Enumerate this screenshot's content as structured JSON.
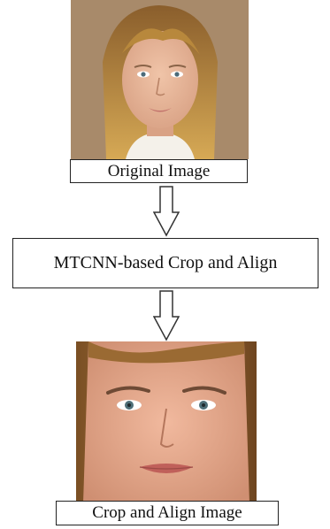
{
  "figure": {
    "original_label": "Original Image",
    "step_label": "MTCNN-based Crop and Align",
    "result_label": "Crop and Align Image"
  },
  "images": {
    "original": "photo of a woman's face with long blonde hair, uncropped",
    "aligned": "cropped and aligned close-up of the same woman's face"
  },
  "colors": {
    "background": "#ffffff",
    "border": "#222222",
    "arrow_stroke": "#333333",
    "photo_backdrop": "#a88a6a",
    "skin": "#e7b79a",
    "hair": "#c4943f"
  }
}
